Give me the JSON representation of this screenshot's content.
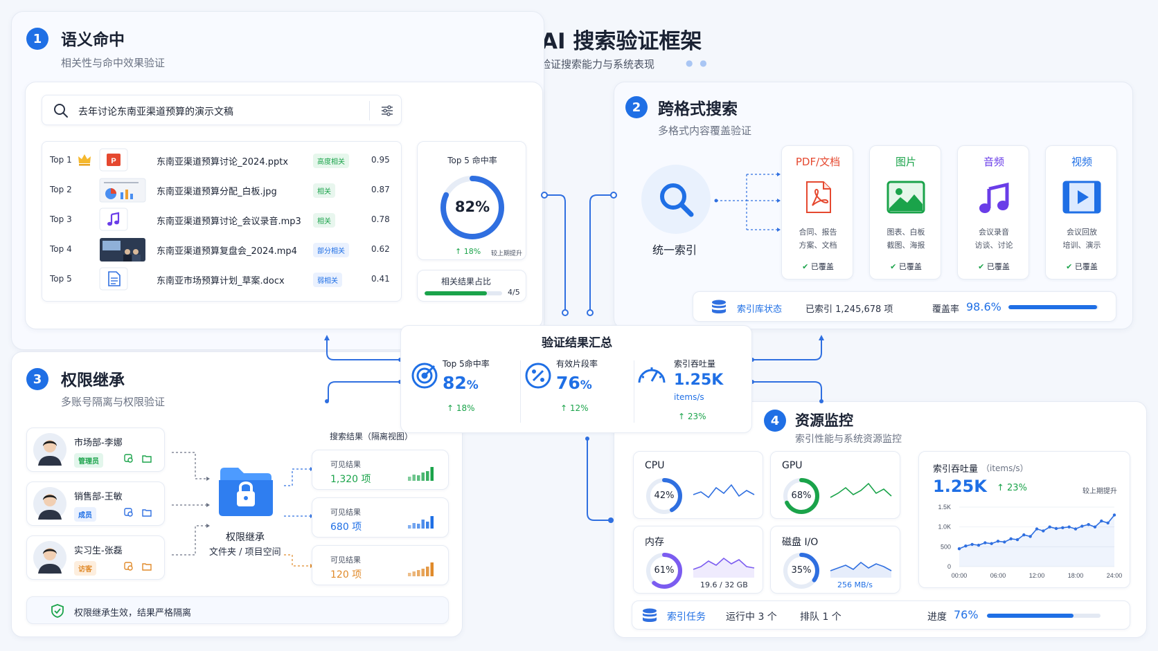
{
  "header": {
    "title": "NAS AI 搜索验证框架",
    "subtitle": "四大维度全面验证搜索能力与系统表现"
  },
  "colors": {
    "accent": "#1f6fe5",
    "green": "#1aa34a",
    "purple": "#7b5cf0",
    "orange": "#f08a24",
    "red": "#e5482f"
  },
  "sec1": {
    "num": "1",
    "title": "语义命中",
    "sub": "相关性与命中效果验证",
    "search_value": "去年讨论东南亚渠道预算的演示文稿",
    "results": [
      {
        "rank": "Top 1",
        "name": "东南亚渠道预算讨论_2024.pptx",
        "tag": "高度相关",
        "score": "0.95",
        "icon": "pptx-file-icon"
      },
      {
        "rank": "Top 2",
        "name": "东南亚渠道预算分配_白板.jpg",
        "tag": "相关",
        "score": "0.87",
        "icon": "whiteboard-image-thumbnail"
      },
      {
        "rank": "Top 3",
        "name": "东南亚渠道预算讨论_会议录音.mp3",
        "tag": "相关",
        "score": "0.78",
        "icon": "music-note-icon"
      },
      {
        "rank": "Top 4",
        "name": "东南亚渠道预算复盘会_2024.mp4",
        "tag": "部分相关",
        "score": "0.62",
        "icon": "video-thumbnail"
      },
      {
        "rank": "Top 5",
        "name": "东南亚市场预算计划_草案.docx",
        "tag": "弱相关",
        "score": "0.41",
        "icon": "document-icon"
      }
    ],
    "hit_card": {
      "title": "Top 5 命中率",
      "value": "82%",
      "fraction": 0.82,
      "delta": "18%",
      "delta_label": "较上期提升"
    },
    "ratio_card": {
      "title": "相关结果占比",
      "value": "4/5",
      "fraction": 0.8
    }
  },
  "sec2": {
    "num": "2",
    "title": "跨格式搜索",
    "sub": "多格式内容覆盖验证",
    "hub_label": "统一索引",
    "formats": [
      {
        "title": "PDF/文档",
        "line1": "合同、报告",
        "line2": "方案、文档",
        "status": "已覆盖",
        "icon": "pdf-icon"
      },
      {
        "title": "图片",
        "line1": "图表、白板",
        "line2": "截图、海报",
        "status": "已覆盖",
        "icon": "image-icon"
      },
      {
        "title": "音频",
        "line1": "会议录音",
        "line2": "访谈、讨论",
        "status": "已覆盖",
        "icon": "music-note-icon"
      },
      {
        "title": "视频",
        "line1": "会议回放",
        "line2": "培训、演示",
        "status": "已覆盖",
        "icon": "video-icon"
      }
    ],
    "index_status_label": "索引库状态",
    "indexed_text": "已索引 1,245,678 项",
    "coverage_label": "覆盖率",
    "coverage_value": "98.6%",
    "coverage_fraction": 0.986
  },
  "summary": {
    "title": "验证结果汇总",
    "items": [
      {
        "label": "Top 5命中率",
        "value": "82",
        "unit": "%",
        "delta": "18%",
        "icon": "target-icon"
      },
      {
        "label": "有效片段率",
        "value": "76",
        "unit": "%",
        "delta": "12%",
        "icon": "percent-icon"
      },
      {
        "label": "索引吞吐量",
        "value": "1.25K",
        "unit": "items/s",
        "delta": "23%",
        "icon": "gauge-icon"
      }
    ]
  },
  "sec3": {
    "num": "3",
    "title": "权限继承",
    "sub": "多账号隔离与权限验证",
    "users": [
      {
        "name": "市场部-李娜",
        "role": "管理员"
      },
      {
        "name": "销售部-王敏",
        "role": "成员"
      },
      {
        "name": "实习生-张磊",
        "role": "访客"
      }
    ],
    "folder_label": "权限继承",
    "folder_sub": "文件夹 / 项目空间",
    "results_title": "搜索结果（隔离视图）",
    "results": [
      {
        "label": "可见结果",
        "value": "1,320 项"
      },
      {
        "label": "可见结果",
        "value": "680 项"
      },
      {
        "label": "可见结果",
        "value": "120 项"
      }
    ],
    "footer": "权限继承生效，结果严格隔离"
  },
  "sec4": {
    "num": "4",
    "title": "资源监控",
    "sub": "索引性能与系统资源监控",
    "gauges": [
      {
        "label": "CPU",
        "value": "42%",
        "fraction": 0.42,
        "extra": ""
      },
      {
        "label": "GPU",
        "value": "68%",
        "fraction": 0.68,
        "extra": ""
      },
      {
        "label": "内存",
        "value": "61%",
        "fraction": 0.61,
        "extra": "19.6 / 32 GB"
      },
      {
        "label": "磁盘 I/O",
        "value": "35%",
        "fraction": 0.35,
        "extra": "256 MB/s"
      }
    ],
    "throughput": {
      "title": "索引吞吐量",
      "unit": "（items/s）",
      "value": "1.25K",
      "delta": "23%",
      "delta_label": "较上期提升",
      "y_ticks": [
        "1.5K",
        "1.0K",
        "500",
        "0"
      ],
      "x_ticks": [
        "00:00",
        "06:00",
        "12:00",
        "18:00",
        "24:00"
      ]
    },
    "task_label": "索引任务",
    "running": "运行中  3 个",
    "queued": "排队  1 个",
    "progress_label": "进度",
    "progress_value": "76%",
    "progress_fraction": 0.76
  },
  "chart_data": {
    "type": "line",
    "title": "索引吞吐量",
    "x": [
      "00:00",
      "01:00",
      "02:00",
      "03:00",
      "04:00",
      "05:00",
      "06:00",
      "07:00",
      "08:00",
      "09:00",
      "10:00",
      "11:00",
      "12:00",
      "13:00",
      "14:00",
      "15:00",
      "16:00",
      "17:00",
      "18:00",
      "19:00",
      "20:00",
      "21:00",
      "22:00",
      "23:00",
      "24:00"
    ],
    "series": [
      {
        "values": [
          450,
          520,
          560,
          540,
          600,
          580,
          640,
          620,
          700,
          680,
          800,
          760,
          950,
          900,
          1000,
          960,
          980,
          1000,
          950,
          1020,
          1060,
          1000,
          1150,
          1100,
          1300
        ]
      }
    ],
    "ylim": [
      0,
      1500
    ],
    "grid": true
  }
}
